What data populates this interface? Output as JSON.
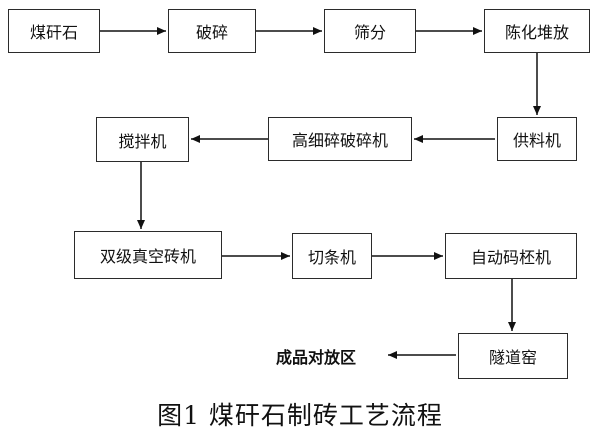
{
  "diagram": {
    "nodes": {
      "n1": "煤矸石",
      "n2": "破碎",
      "n3": "筛分",
      "n4": "陈化堆放",
      "n5": "供料机",
      "n6": "高细碎破碎机",
      "n7": "搅拌机",
      "n8": "双级真空砖机",
      "n9": "切条机",
      "n10": "自动码柸机",
      "n11": "隧道窑",
      "n12": "成品对放区"
    },
    "caption": "图1 煤矸石制砖工艺流程"
  }
}
